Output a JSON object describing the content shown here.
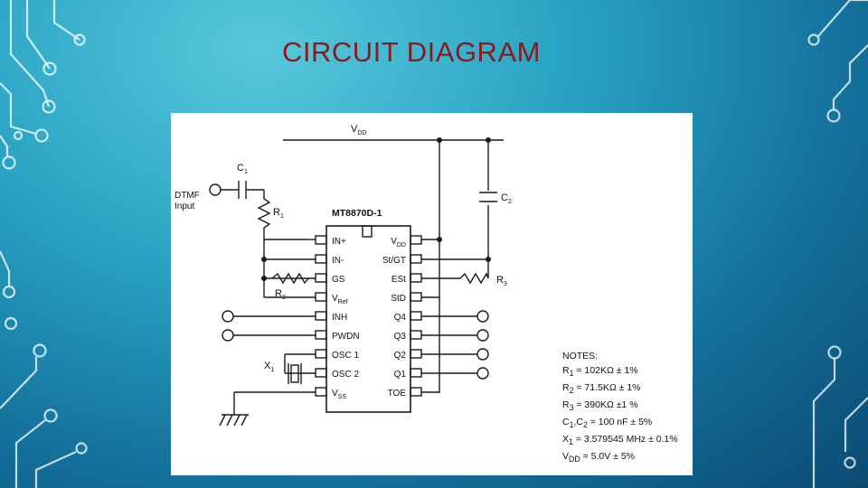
{
  "slide": {
    "title": "CIRCUIT DIAGRAM"
  },
  "schematic": {
    "supply_label": "V",
    "supply_sub": "DD",
    "chip_name": "MT8870D-1",
    "input_label_line1": "DTMF",
    "input_label_line2": "Input",
    "components": {
      "c1": {
        "main": "C",
        "sub": "1"
      },
      "c2": {
        "main": "C",
        "sub": "2"
      },
      "r1": {
        "main": "R",
        "sub": "1"
      },
      "r2": {
        "main": "R",
        "sub": "2"
      },
      "r3": {
        "main": "R",
        "sub": "3"
      },
      "x1": {
        "main": "X",
        "sub": "1"
      }
    },
    "left_pins": [
      {
        "main": "IN+",
        "sub": ""
      },
      {
        "main": "IN-",
        "sub": ""
      },
      {
        "main": "GS",
        "sub": ""
      },
      {
        "main": "V",
        "sub": "Ref"
      },
      {
        "main": "INH",
        "sub": ""
      },
      {
        "main": "PWDN",
        "sub": ""
      },
      {
        "main": "OSC 1",
        "sub": ""
      },
      {
        "main": "OSC 2",
        "sub": ""
      },
      {
        "main": "V",
        "sub": "SS"
      }
    ],
    "right_pins": [
      {
        "main": "V",
        "sub": "DD"
      },
      {
        "main": "St/GT",
        "sub": ""
      },
      {
        "main": "ESt",
        "sub": ""
      },
      {
        "main": "StD",
        "sub": ""
      },
      {
        "main": "Q4",
        "sub": ""
      },
      {
        "main": "Q3",
        "sub": ""
      },
      {
        "main": "Q2",
        "sub": ""
      },
      {
        "main": "Q1",
        "sub": ""
      },
      {
        "main": "TOE",
        "sub": ""
      }
    ]
  },
  "notes": {
    "heading": "NOTES:",
    "lines": [
      {
        "pre": "R",
        "sub": "1",
        "post": " = 102KΩ ± 1%"
      },
      {
        "pre": "R",
        "sub": "2",
        "post": " = 71.5KΩ ± 1%"
      },
      {
        "pre": "R",
        "sub": "3",
        "post": " = 390KΩ ±1 %"
      },
      {
        "pre": "C",
        "sub": "1",
        "post": ",C",
        "sub2": "2",
        "post2": " = 100 nF ± 5%"
      },
      {
        "pre": "X",
        "sub": "1",
        "post": " = 3.579545 MHz ± 0.1%"
      },
      {
        "pre": "V",
        "sub": "DD",
        "post": " = 5.0V ± 5%"
      }
    ]
  }
}
